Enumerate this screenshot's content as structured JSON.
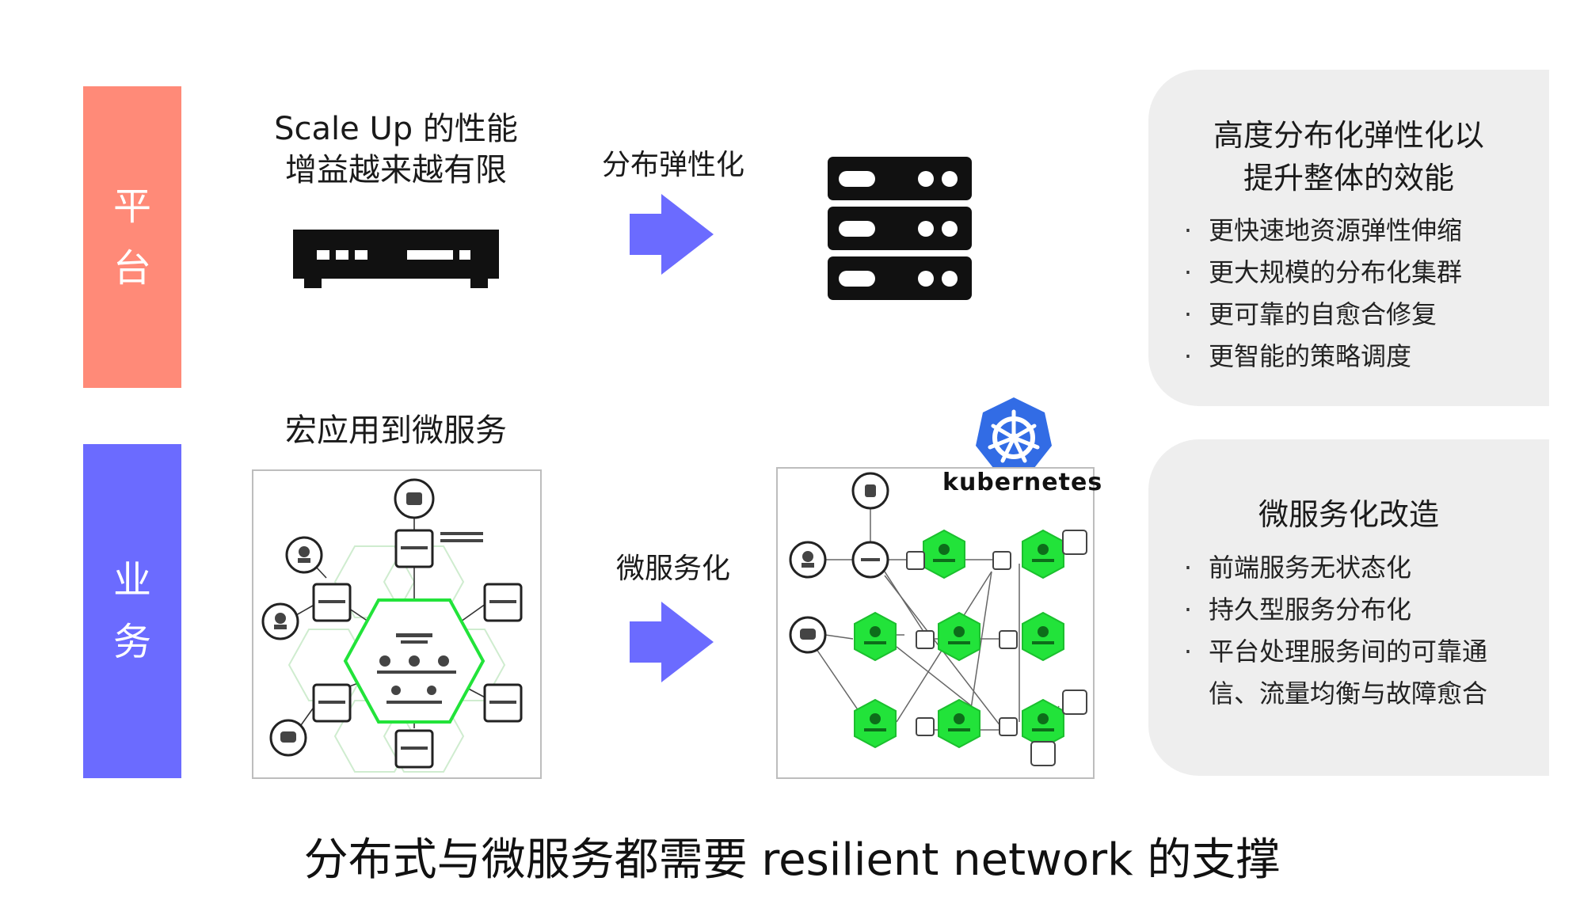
{
  "colors": {
    "platform": "#ff8a78",
    "business": "#6b6bff",
    "arrow": "#6b6bff",
    "panel": "#eeeeee",
    "k8s": "#326ce5",
    "green": "#22e33a"
  },
  "bands": {
    "platform": [
      "平",
      "台"
    ],
    "business": [
      "业",
      "务"
    ]
  },
  "top": {
    "caption_line1": "Scale Up 的性能",
    "caption_line2": "增益越来越有限",
    "arrow_label": "分布弹性化",
    "left_icon": "hardware-box-icon",
    "right_icon": "server-rack-icon"
  },
  "bottom": {
    "caption": "宏应用到微服务",
    "arrow_label": "微服务化",
    "k8s_label": "kubernetes",
    "k8s_icon": "kubernetes-helm-icon"
  },
  "panels": {
    "top": {
      "title_line1": "高度分布化弹性化以",
      "title_line2": "提升整体的效能",
      "items": [
        "更快速地资源弹性伸缩",
        "更大规模的分布化集群",
        "更可靠的自愈合修复",
        "更智能的策略调度"
      ]
    },
    "bottom": {
      "title": "微服务化改造",
      "items": [
        "前端服务无状态化",
        "持久型服务分布化",
        "平台处理服务间的可靠通",
        "信、流量均衡与故障愈合"
      ]
    }
  },
  "footer": "分布式与微服务都需要 resilient network 的支撑"
}
